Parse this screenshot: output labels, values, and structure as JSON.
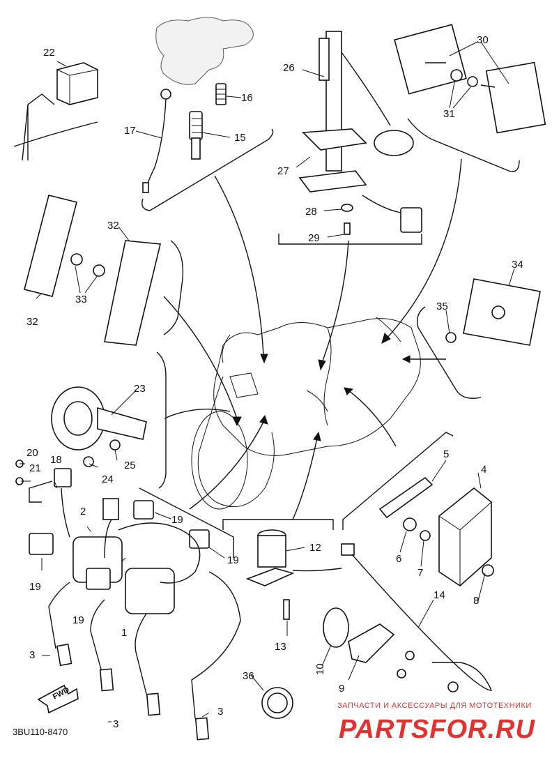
{
  "diagram": {
    "drawing_code": "3BU110-8470",
    "direction_arrow": "FWD",
    "watermark_tagline": "ЗАПЧАСТИ И АКСЕССУАРЫ ДЛЯ МОТОТЕХНИКИ",
    "watermark_logo": "PARTSFOR.RU",
    "callouts": {
      "c1": "1",
      "c2": "2",
      "c3a": "3",
      "c3b": "3",
      "c3c": "3",
      "c4": "4",
      "c5": "5",
      "c6": "6",
      "c7": "7",
      "c8": "8",
      "c9": "9",
      "c10": "10",
      "c12": "12",
      "c13": "13",
      "c14": "14",
      "c15": "15",
      "c16": "16",
      "c17": "17",
      "c18": "18",
      "c19a": "19",
      "c19b": "19",
      "c19c": "19",
      "c19d": "19",
      "c20": "20",
      "c21": "21",
      "c22": "22",
      "c23": "23",
      "c24": "24",
      "c25": "25",
      "c26": "26",
      "c27": "27",
      "c28": "28",
      "c29": "29",
      "c30": "30",
      "c31": "31",
      "c32a": "32",
      "c32b": "32",
      "c33": "33",
      "c34": "34",
      "c35": "35",
      "c36": "36"
    }
  }
}
